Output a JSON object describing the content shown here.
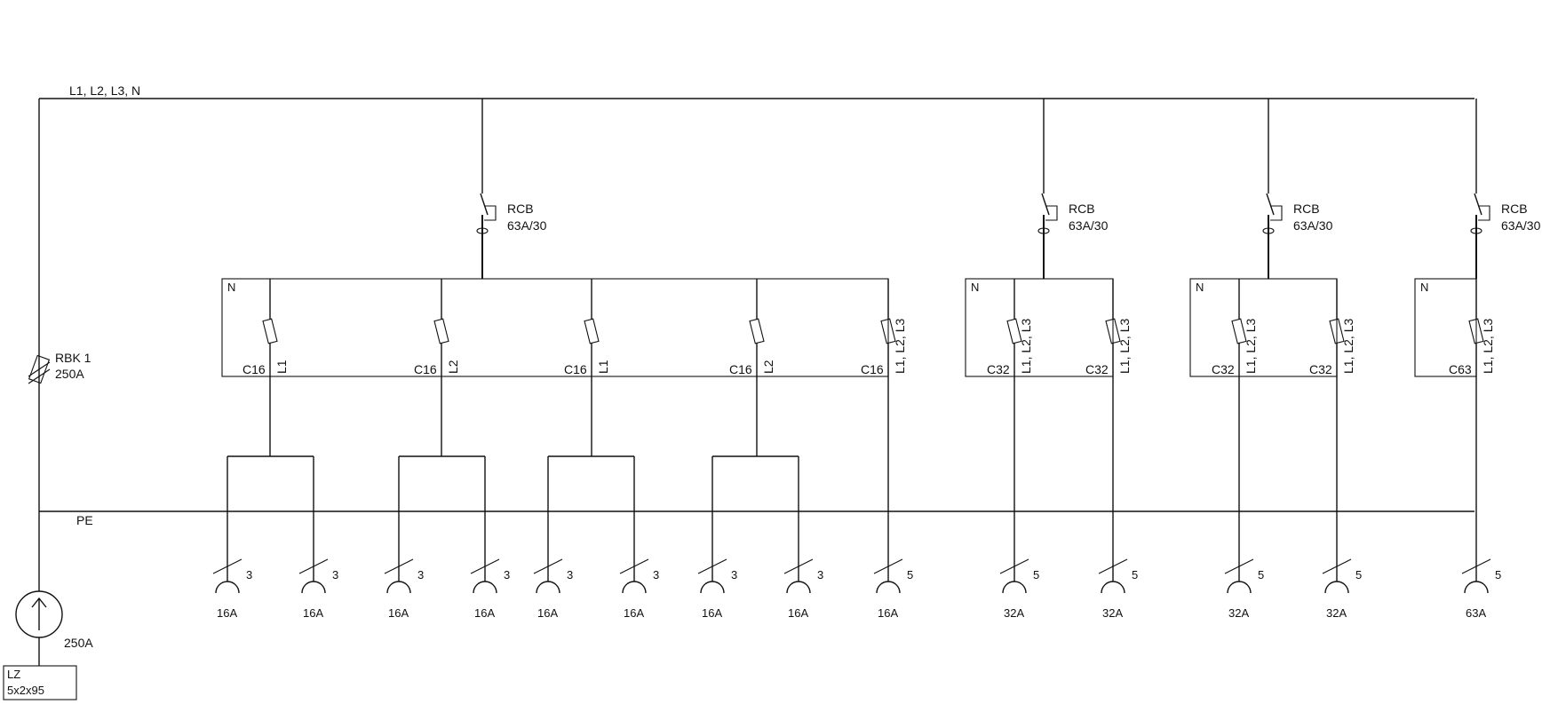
{
  "bus": {
    "main_label": "L1, L2, L3, N",
    "pe_label": "PE"
  },
  "feeder": {
    "breaker_name": "RBK 1",
    "breaker_rating": "250A",
    "meter_rating": "250A",
    "cable_box_label": "LZ",
    "cable_box_spec": "5x2x95"
  },
  "rcbs": [
    {
      "name": "RCB",
      "rating": "63A/30"
    },
    {
      "name": "RCB",
      "rating": "63A/30"
    },
    {
      "name": "RCB",
      "rating": "63A/30"
    },
    {
      "name": "RCB",
      "rating": "63A/30"
    }
  ],
  "neutral_label": "N",
  "circuit_breakers": [
    {
      "type": "C16",
      "phase": "L1"
    },
    {
      "type": "C16",
      "phase": "L2"
    },
    {
      "type": "C16",
      "phase": "L1"
    },
    {
      "type": "C16",
      "phase": "L2"
    },
    {
      "type": "C16",
      "phase": "L1, L2, L3"
    },
    {
      "type": "C32",
      "phase": "L1, L2, L3"
    },
    {
      "type": "C32",
      "phase": "L1, L2, L3"
    },
    {
      "type": "C32",
      "phase": "L1, L2, L3"
    },
    {
      "type": "C32",
      "phase": "L1, L2, L3"
    },
    {
      "type": "C63",
      "phase": "L1, L2, L3"
    }
  ],
  "sockets": [
    {
      "poles": "3",
      "rating": "16A"
    },
    {
      "poles": "3",
      "rating": "16A"
    },
    {
      "poles": "3",
      "rating": "16A"
    },
    {
      "poles": "3",
      "rating": "16A"
    },
    {
      "poles": "3",
      "rating": "16A"
    },
    {
      "poles": "3",
      "rating": "16A"
    },
    {
      "poles": "3",
      "rating": "16A"
    },
    {
      "poles": "3",
      "rating": "16A"
    },
    {
      "poles": "5",
      "rating": "16A"
    },
    {
      "poles": "5",
      "rating": "32A"
    },
    {
      "poles": "5",
      "rating": "32A"
    },
    {
      "poles": "5",
      "rating": "32A"
    },
    {
      "poles": "5",
      "rating": "32A"
    },
    {
      "poles": "5",
      "rating": "63A"
    }
  ]
}
